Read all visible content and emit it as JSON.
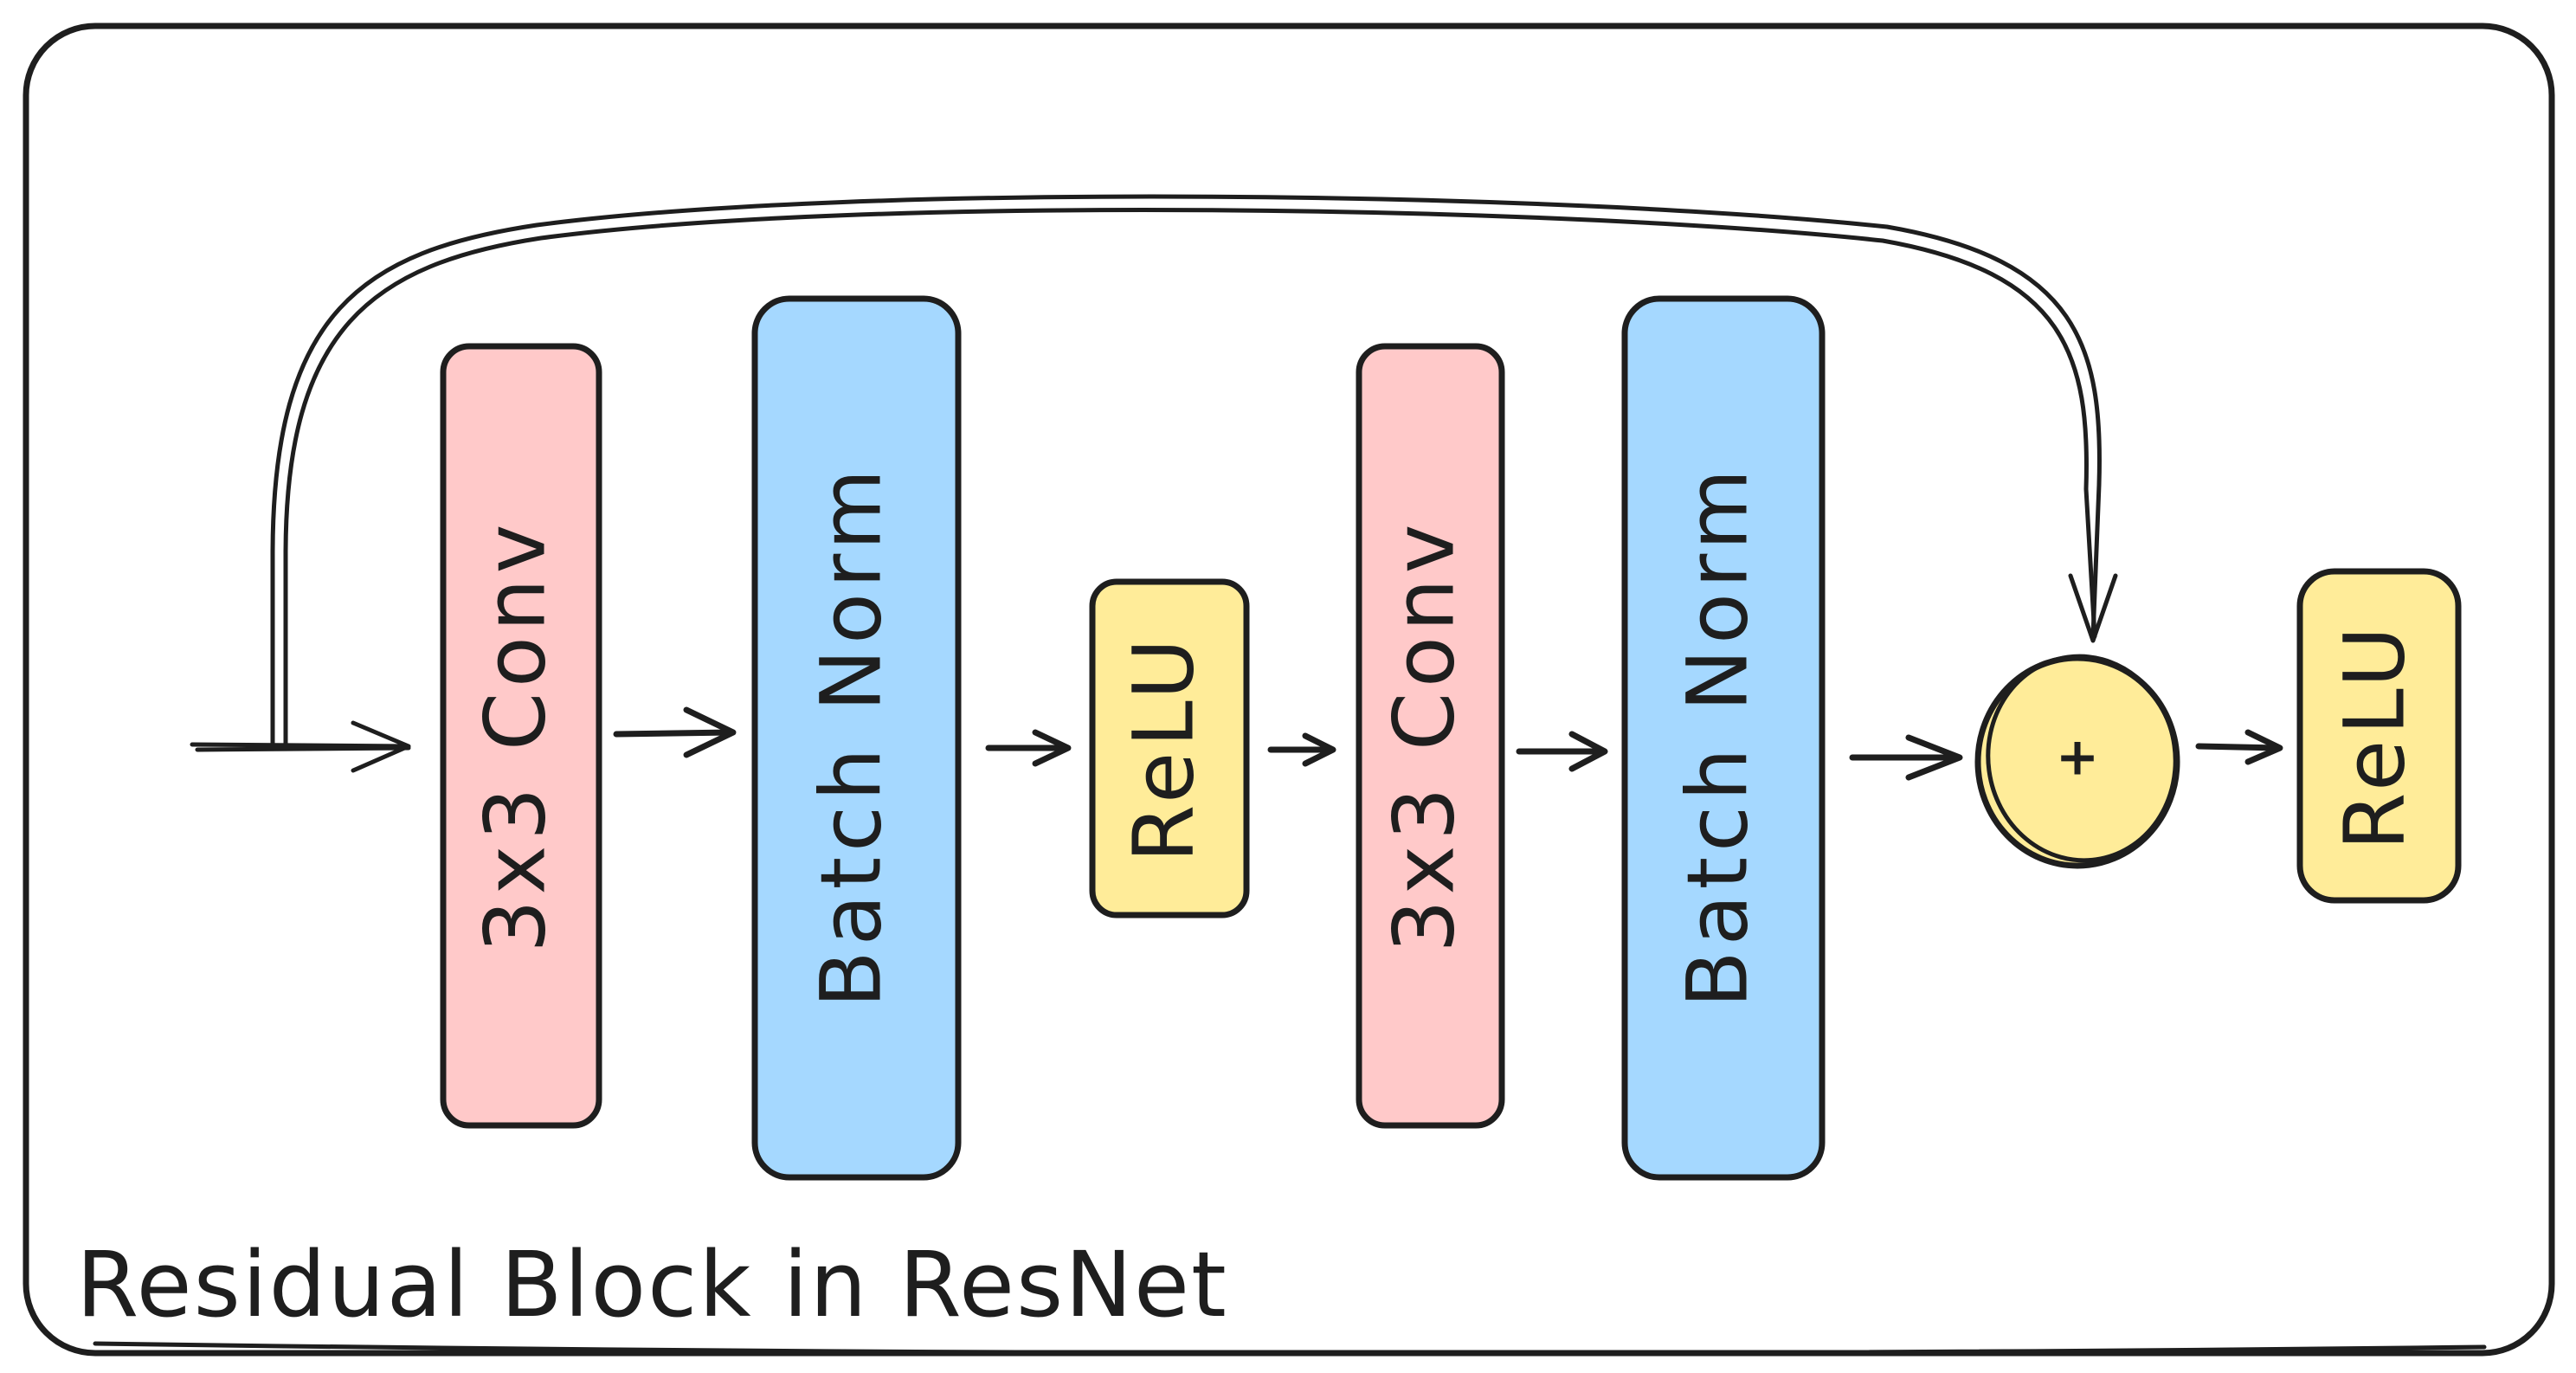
{
  "diagram": {
    "title": "Residual Block in ResNet",
    "colors": {
      "conv": "#ffc9c9",
      "batch_norm": "#a5d8ff",
      "activation": "#ffec99",
      "stroke": "#1e1e1e",
      "background": "#ffffff"
    },
    "nodes": [
      {
        "id": "conv1",
        "label": "3x3 Conv",
        "kind": "conv"
      },
      {
        "id": "bn1",
        "label": "Batch Norm",
        "kind": "batch_norm"
      },
      {
        "id": "relu1",
        "label": "ReLU",
        "kind": "activation"
      },
      {
        "id": "conv2",
        "label": "3x3 Conv",
        "kind": "conv"
      },
      {
        "id": "bn2",
        "label": "Batch Norm",
        "kind": "batch_norm"
      },
      {
        "id": "add",
        "label": "+",
        "kind": "activation"
      },
      {
        "id": "relu2",
        "label": "ReLU",
        "kind": "activation"
      }
    ],
    "edges": [
      {
        "from": "input",
        "to": "conv1"
      },
      {
        "from": "conv1",
        "to": "bn1"
      },
      {
        "from": "bn1",
        "to": "relu1"
      },
      {
        "from": "relu1",
        "to": "conv2"
      },
      {
        "from": "conv2",
        "to": "bn2"
      },
      {
        "from": "bn2",
        "to": "add"
      },
      {
        "from": "add",
        "to": "relu2"
      },
      {
        "from": "input",
        "to": "add",
        "type": "skip-connection"
      }
    ]
  }
}
